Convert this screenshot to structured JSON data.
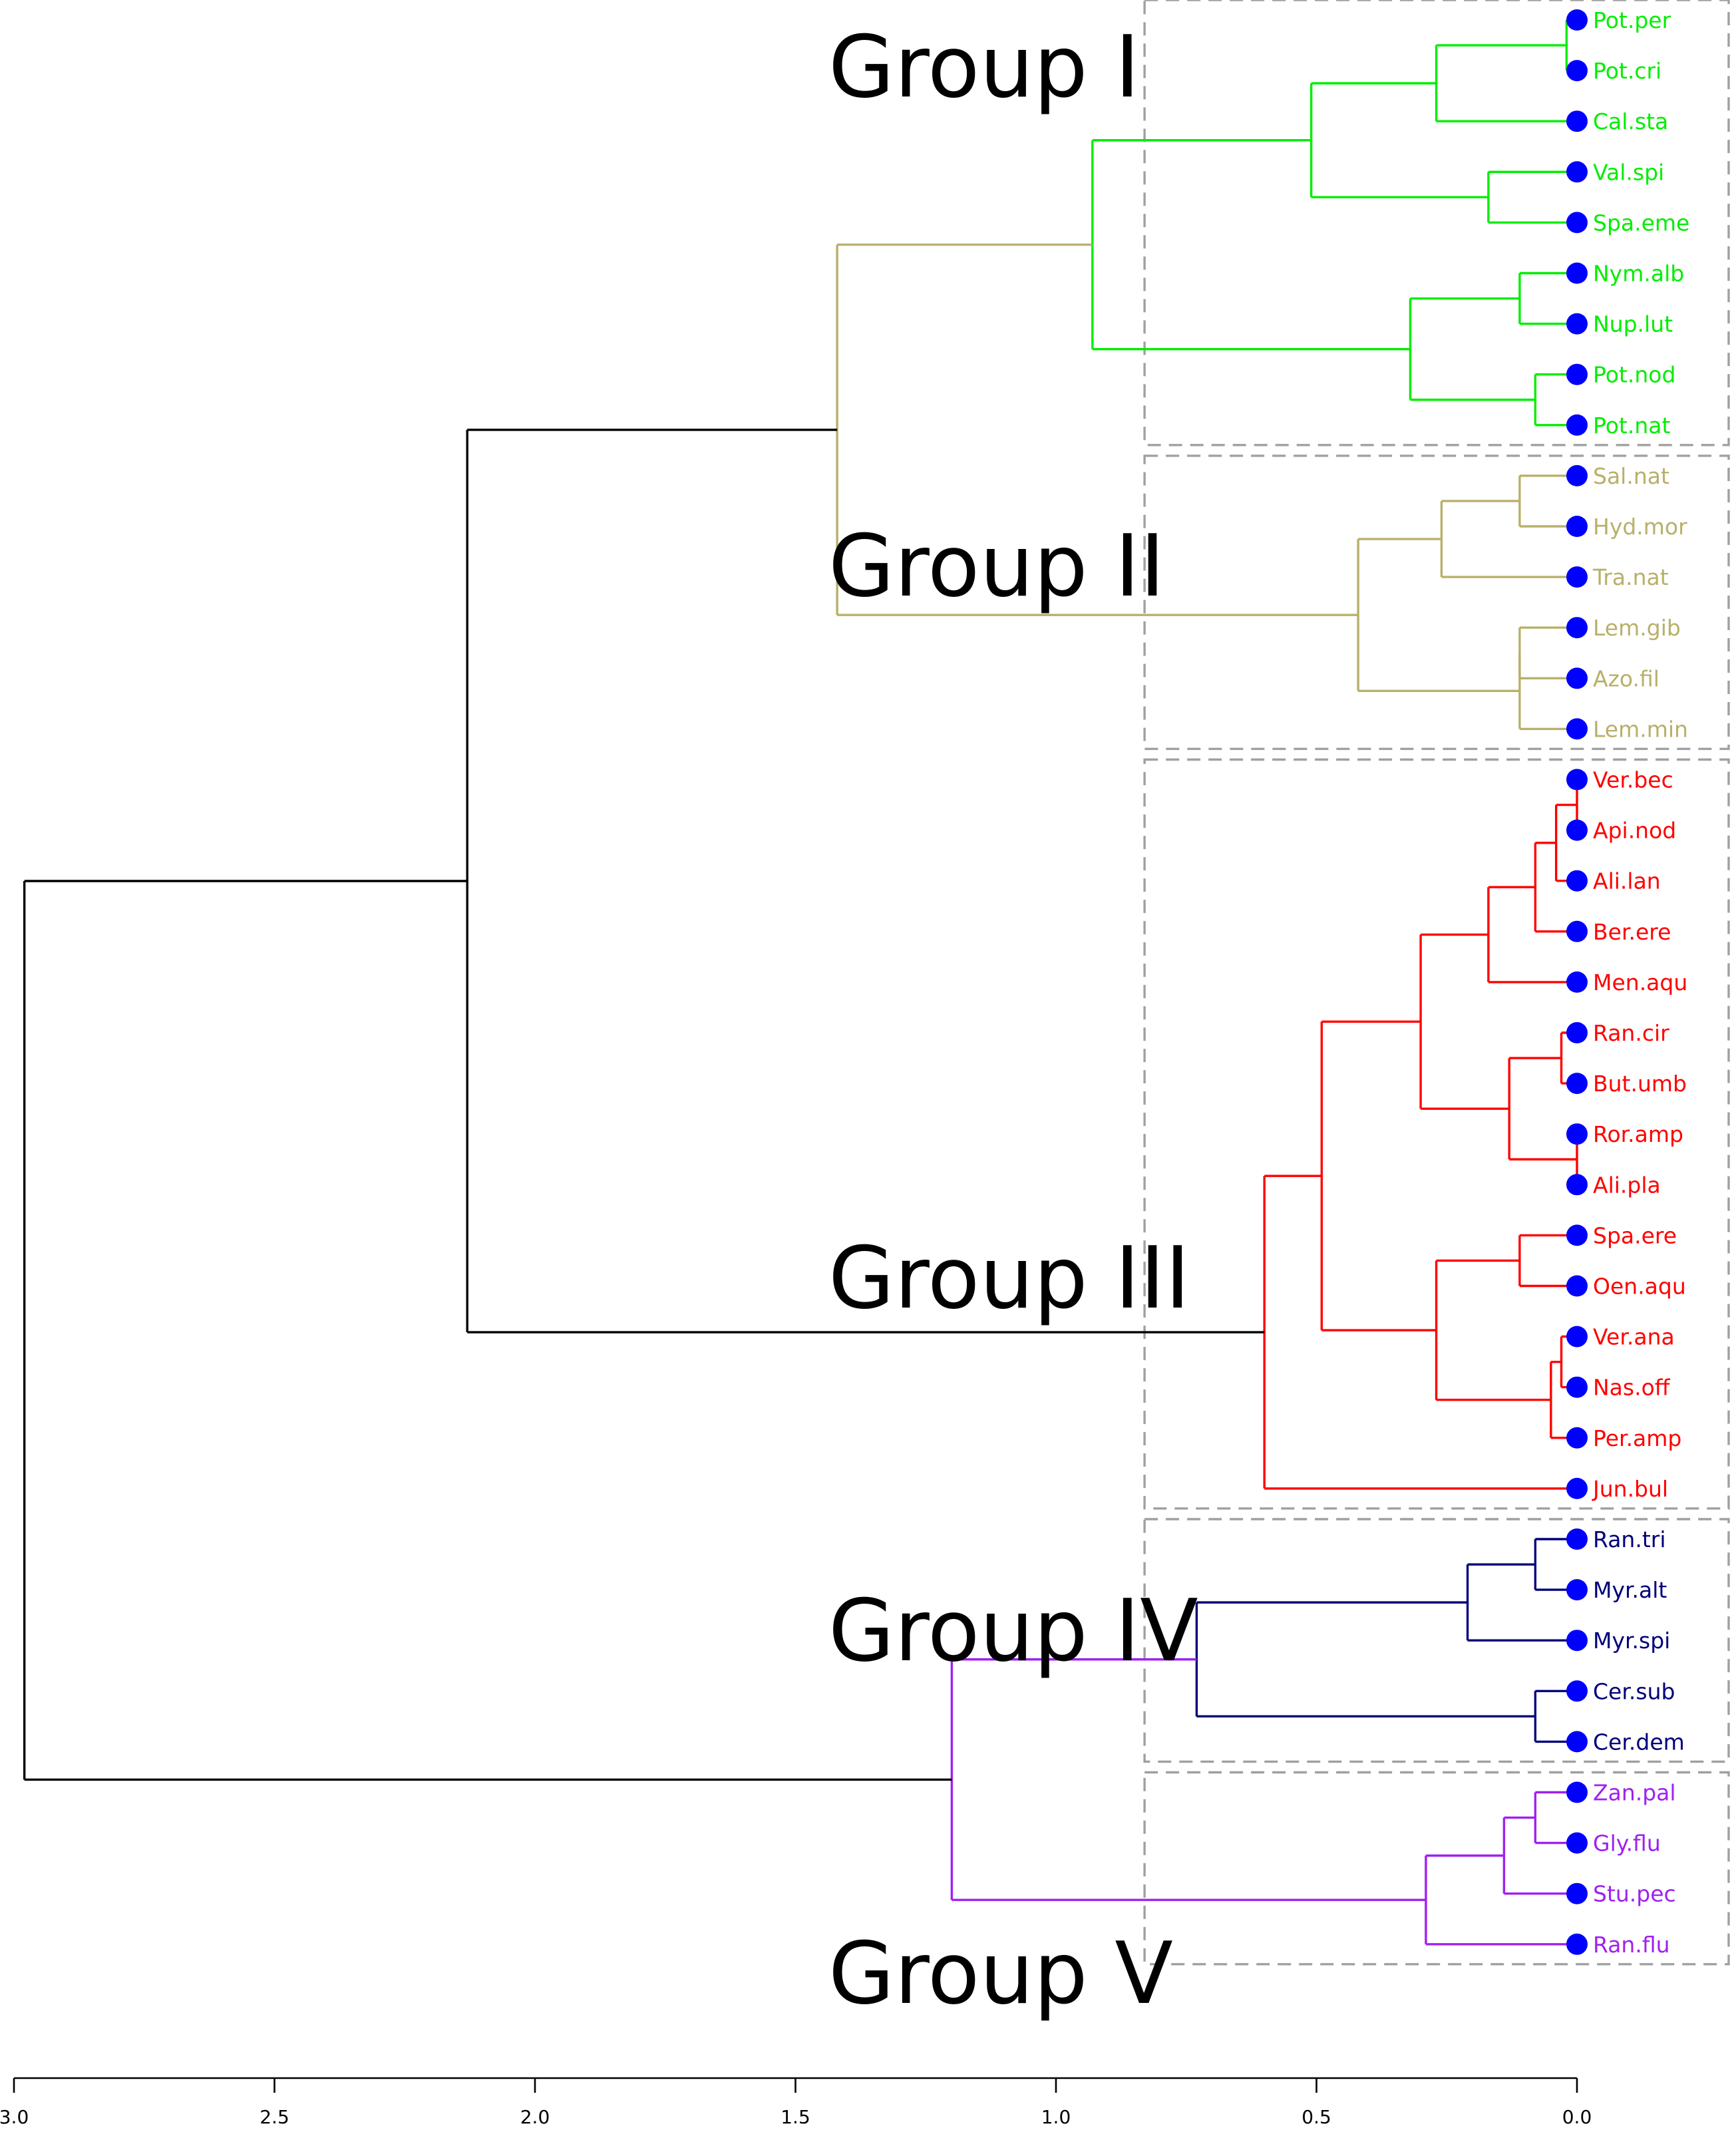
{
  "colors": {
    "root": "#000000",
    "group_I": "#00ee00",
    "group_II": "#b8b06a",
    "group_III": "#ff0000",
    "group_IV": "#00007a",
    "group_V": "#a020f0",
    "leaf_marker": "#0000ff",
    "group_box": "#a0a0a0"
  },
  "groups": [
    {
      "label": "Group I",
      "color_key": "group_I"
    },
    {
      "label": "Group II",
      "color_key": "group_II"
    },
    {
      "label": "Group III",
      "color_key": "group_III"
    },
    {
      "label": "Group IV",
      "color_key": "group_IV"
    },
    {
      "label": "Group V",
      "color_key": "group_V"
    }
  ],
  "chart_data": {
    "type": "dendrogram",
    "orientation": "horizontal",
    "xlim": [
      3.0,
      0.0
    ],
    "x_ticks": [
      "3.0",
      "2.5",
      "2.0",
      "1.5",
      "1.0",
      "0.5",
      "0.0"
    ],
    "x_tick_values": [
      3.0,
      2.5,
      2.0,
      1.5,
      1.0,
      0.5,
      0.0
    ],
    "leaves": [
      {
        "name": "Pot.per",
        "group": 0
      },
      {
        "name": "Pot.cri",
        "group": 0
      },
      {
        "name": "Cal.sta",
        "group": 0
      },
      {
        "name": "Val.spi",
        "group": 0
      },
      {
        "name": "Spa.eme",
        "group": 0
      },
      {
        "name": "Nym.alb",
        "group": 0
      },
      {
        "name": "Nup.lut",
        "group": 0
      },
      {
        "name": "Pot.nod",
        "group": 0
      },
      {
        "name": "Pot.nat",
        "group": 0
      },
      {
        "name": "Sal.nat",
        "group": 1
      },
      {
        "name": "Hyd.mor",
        "group": 1
      },
      {
        "name": "Tra.nat",
        "group": 1
      },
      {
        "name": "Lem.gib",
        "group": 1
      },
      {
        "name": "Azo.fil",
        "group": 1
      },
      {
        "name": "Lem.min",
        "group": 1
      },
      {
        "name": "Ver.bec",
        "group": 2
      },
      {
        "name": "Api.nod",
        "group": 2
      },
      {
        "name": "Ali.lan",
        "group": 2
      },
      {
        "name": "Ber.ere",
        "group": 2
      },
      {
        "name": "Men.aqu",
        "group": 2
      },
      {
        "name": "Ran.cir",
        "group": 2
      },
      {
        "name": "But.umb",
        "group": 2
      },
      {
        "name": "Ror.amp",
        "group": 2
      },
      {
        "name": "Ali.pla",
        "group": 2
      },
      {
        "name": "Spa.ere",
        "group": 2
      },
      {
        "name": "Oen.aqu",
        "group": 2
      },
      {
        "name": "Ver.ana",
        "group": 2
      },
      {
        "name": "Nas.off",
        "group": 2
      },
      {
        "name": "Per.amp",
        "group": 2
      },
      {
        "name": "Jun.bul",
        "group": 2
      },
      {
        "name": "Ran.tri",
        "group": 3
      },
      {
        "name": "Myr.alt",
        "group": 3
      },
      {
        "name": "Myr.spi",
        "group": 3
      },
      {
        "name": "Cer.sub",
        "group": 3
      },
      {
        "name": "Cer.dem",
        "group": 3
      },
      {
        "name": "Zan.pal",
        "group": 4
      },
      {
        "name": "Gly.flu",
        "group": 4
      },
      {
        "name": "Stu.pec",
        "group": 4
      },
      {
        "name": "Ran.flu",
        "group": 4
      }
    ],
    "merges": [
      {
        "id": "I_a",
        "height": 0.02,
        "children": [
          0,
          1
        ],
        "color": "group_I"
      },
      {
        "id": "I_b",
        "height": 0.27,
        "children": [
          "I_a",
          2
        ],
        "color": "group_I"
      },
      {
        "id": "I_c",
        "height": 0.17,
        "children": [
          3,
          4
        ],
        "color": "group_I"
      },
      {
        "id": "I_d",
        "height": 0.51,
        "children": [
          "I_b",
          "I_c"
        ],
        "color": "group_I"
      },
      {
        "id": "I_e",
        "height": 0.11,
        "children": [
          5,
          6
        ],
        "color": "group_I"
      },
      {
        "id": "I_f",
        "height": 0.08,
        "children": [
          7,
          8
        ],
        "color": "group_I"
      },
      {
        "id": "I_g",
        "height": 0.32,
        "children": [
          "I_e",
          "I_f"
        ],
        "color": "group_I"
      },
      {
        "id": "I",
        "height": 0.93,
        "children": [
          "I_d",
          "I_g"
        ],
        "color": "group_I"
      },
      {
        "id": "II_a",
        "height": 0.11,
        "children": [
          9,
          10
        ],
        "color": "group_II"
      },
      {
        "id": "II_b",
        "height": 0.26,
        "children": [
          "II_a",
          11
        ],
        "color": "group_II"
      },
      {
        "id": "II_c",
        "height": 0.11,
        "children": [
          12,
          13
        ],
        "color": "group_II"
      },
      {
        "id": "II_d",
        "height": 0.11,
        "children": [
          "II_c",
          14
        ],
        "color": "group_II"
      },
      {
        "id": "II",
        "height": 0.42,
        "children": [
          "II_b",
          "II_d"
        ],
        "color": "group_II"
      },
      {
        "id": "I_II",
        "height": 1.42,
        "children": [
          "I",
          "II"
        ],
        "color": "group_II"
      },
      {
        "id": "III_a",
        "height": 0.0,
        "children": [
          15,
          16
        ],
        "color": "group_III"
      },
      {
        "id": "III_b",
        "height": 0.04,
        "children": [
          "III_a",
          17
        ],
        "color": "group_III"
      },
      {
        "id": "III_c",
        "height": 0.08,
        "children": [
          "III_b",
          18
        ],
        "color": "group_III"
      },
      {
        "id": "III_d",
        "height": 0.17,
        "children": [
          "III_c",
          19
        ],
        "color": "group_III"
      },
      {
        "id": "III_e",
        "height": 0.03,
        "children": [
          20,
          21
        ],
        "color": "group_III"
      },
      {
        "id": "III_f",
        "height": 0.0,
        "children": [
          22,
          23
        ],
        "color": "group_III"
      },
      {
        "id": "III_g",
        "height": 0.13,
        "children": [
          "III_e",
          "III_f"
        ],
        "color": "group_III"
      },
      {
        "id": "III_h",
        "height": 0.3,
        "children": [
          "III_d",
          "III_g"
        ],
        "color": "group_III"
      },
      {
        "id": "III_i",
        "height": 0.11,
        "children": [
          24,
          25
        ],
        "color": "group_III"
      },
      {
        "id": "III_j",
        "height": 0.03,
        "children": [
          26,
          27
        ],
        "color": "group_III"
      },
      {
        "id": "III_k",
        "height": 0.05,
        "children": [
          "III_j",
          28
        ],
        "color": "group_III"
      },
      {
        "id": "III_l",
        "height": 0.27,
        "children": [
          "III_i",
          "III_k"
        ],
        "color": "group_III"
      },
      {
        "id": "III_m",
        "height": 0.49,
        "children": [
          "III_h",
          "III_l"
        ],
        "color": "group_III"
      },
      {
        "id": "III",
        "height": 0.6,
        "children": [
          "III_m",
          29
        ],
        "color": "group_III"
      },
      {
        "id": "I_II_III",
        "height": 2.13,
        "children": [
          "I_II",
          "III"
        ],
        "color": "root"
      },
      {
        "id": "IV_a",
        "height": 0.08,
        "children": [
          30,
          31
        ],
        "color": "group_IV"
      },
      {
        "id": "IV_b",
        "height": 0.21,
        "children": [
          "IV_a",
          32
        ],
        "color": "group_IV"
      },
      {
        "id": "IV_c",
        "height": 0.08,
        "children": [
          33,
          34
        ],
        "color": "group_IV"
      },
      {
        "id": "IV",
        "height": 0.73,
        "children": [
          "IV_b",
          "IV_c"
        ],
        "color": "group_IV"
      },
      {
        "id": "V_a",
        "height": 0.08,
        "children": [
          35,
          36
        ],
        "color": "group_V"
      },
      {
        "id": "V_b",
        "height": 0.14,
        "children": [
          "V_a",
          37
        ],
        "color": "group_V"
      },
      {
        "id": "V",
        "height": 0.29,
        "children": [
          "V_b",
          38
        ],
        "color": "group_V"
      },
      {
        "id": "IV_V",
        "height": 1.2,
        "children": [
          "IV",
          "V"
        ],
        "color": "group_V"
      },
      {
        "id": "root",
        "height": 2.98,
        "children": [
          "I_II_III",
          "IV_V"
        ],
        "color": "root"
      }
    ],
    "group_boxes": [
      {
        "group": 0,
        "height_range": [
          0.83,
          0.0
        ]
      },
      {
        "group": 1,
        "height_range": [
          0.83,
          0.0
        ]
      },
      {
        "group": 2,
        "height_range": [
          0.83,
          0.0
        ]
      },
      {
        "group": 3,
        "height_range": [
          0.83,
          0.0
        ]
      },
      {
        "group": 4,
        "height_range": [
          0.83,
          0.0
        ]
      }
    ]
  }
}
